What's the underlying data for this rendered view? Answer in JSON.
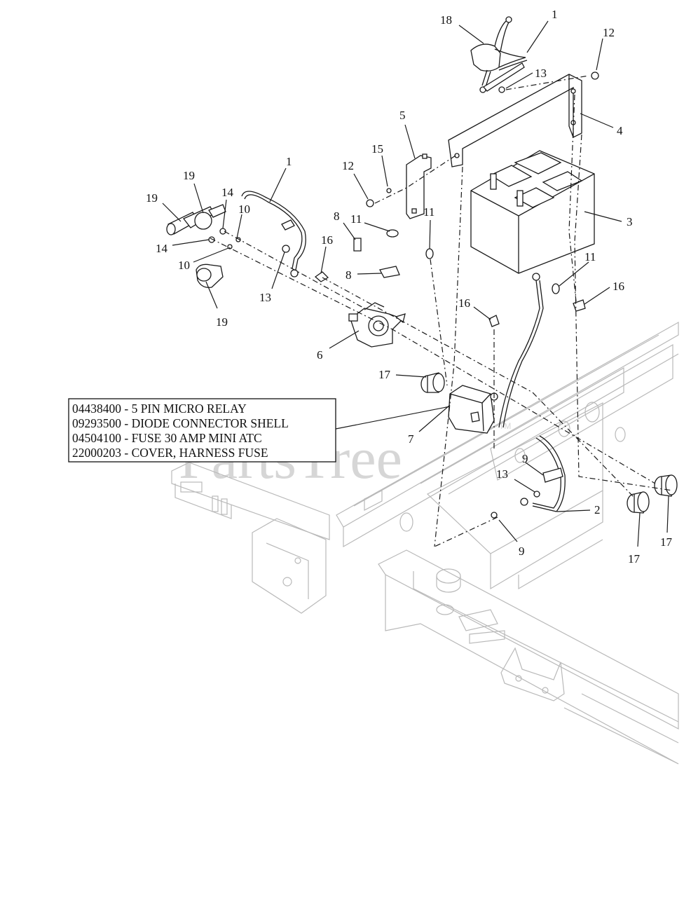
{
  "diagram": {
    "callouts": [
      {
        "id": "c1a",
        "text": "1"
      },
      {
        "id": "c18",
        "text": "18"
      },
      {
        "id": "c12a",
        "text": "12"
      },
      {
        "id": "c13a",
        "text": "13"
      },
      {
        "id": "c4",
        "text": "4"
      },
      {
        "id": "c5",
        "text": "5"
      },
      {
        "id": "c15",
        "text": "15"
      },
      {
        "id": "c12b",
        "text": "12"
      },
      {
        "id": "c1b",
        "text": "1"
      },
      {
        "id": "c19a",
        "text": "19"
      },
      {
        "id": "c19b",
        "text": "19"
      },
      {
        "id": "c14a",
        "text": "14"
      },
      {
        "id": "c10a",
        "text": "10"
      },
      {
        "id": "c14b",
        "text": "14"
      },
      {
        "id": "c10b",
        "text": "10"
      },
      {
        "id": "c3",
        "text": "3"
      },
      {
        "id": "c8a",
        "text": "8"
      },
      {
        "id": "c11a",
        "text": "11"
      },
      {
        "id": "c11b",
        "text": "11"
      },
      {
        "id": "c16a",
        "text": "16"
      },
      {
        "id": "c8b",
        "text": "8"
      },
      {
        "id": "c13b",
        "text": "13"
      },
      {
        "id": "c19c",
        "text": "19"
      },
      {
        "id": "c11c",
        "text": "11"
      },
      {
        "id": "c16b",
        "text": "16"
      },
      {
        "id": "c16c",
        "text": "16"
      },
      {
        "id": "c6",
        "text": "6"
      },
      {
        "id": "c17a",
        "text": "17"
      },
      {
        "id": "c7",
        "text": "7"
      },
      {
        "id": "c9a",
        "text": "9"
      },
      {
        "id": "c13c",
        "text": "13"
      },
      {
        "id": "c2",
        "text": "2"
      },
      {
        "id": "c9b",
        "text": "9"
      },
      {
        "id": "c17b",
        "text": "17"
      },
      {
        "id": "c17c",
        "text": "17"
      }
    ],
    "legend": [
      "04438400 - 5 PIN MICRO RELAY",
      "09293500 - DIODE CONNECTOR SHELL",
      "04504100 - FUSE 30 AMP MINI ATC",
      "22000203 - COVER, HARNESS FUSE"
    ],
    "watermark": "PartsTree",
    "watermark_tm": "TM"
  }
}
